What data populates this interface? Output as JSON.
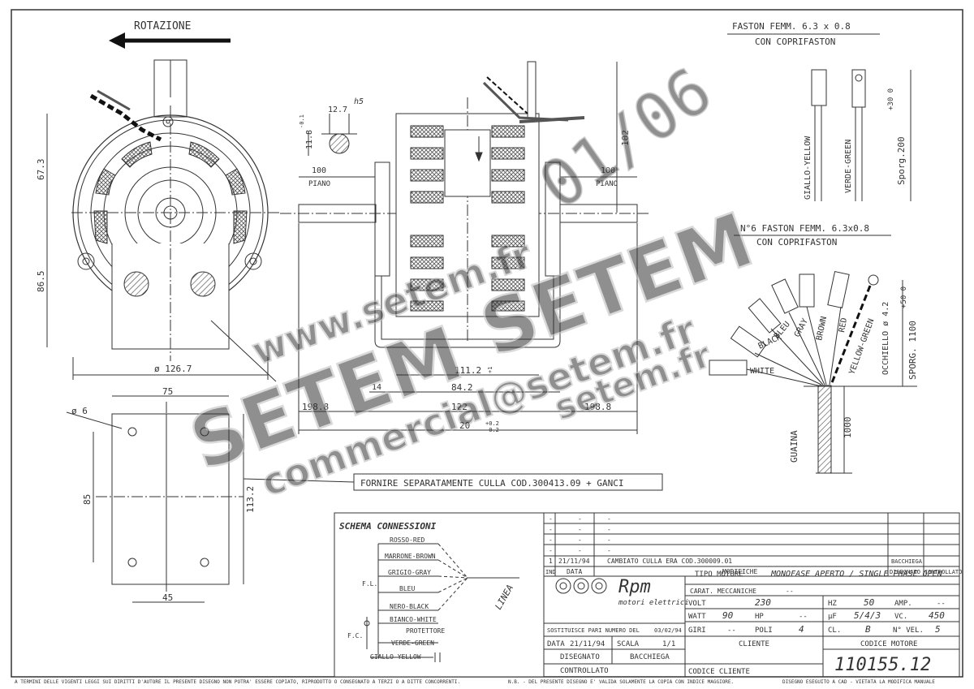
{
  "drawing": {
    "rotation_label": "ROTAZIONE",
    "dims": {
      "d67_3": "67.3",
      "d86_5": "86.5",
      "d126_7": "ø 126.7",
      "d75": "75",
      "d6": "ø 6",
      "d85": "85",
      "d113_2": "113.2",
      "d45": "45",
      "d12_7": "12.7",
      "h5": "h5",
      "d11_8": "11.8",
      "tol_small": "-0.1",
      "d100_left": "100",
      "d100_right": "100",
      "piano_left": "PIANO",
      "piano_right": "PIANO",
      "d102": "102",
      "d111_2": "111.2",
      "d84_2": "84.2",
      "d122": "122",
      "d20": "20",
      "d198_8_left": "198.8",
      "d198_8_right": "198.8",
      "d14": "14",
      "tol_1": "+1",
      "tol_0_2": "+0.2",
      "tol_m0_2": "-0.2"
    },
    "faston_single": {
      "title": "FASTON FEMM. 6.3 x 0.8",
      "subtitle": "CON COPRIFASTON",
      "wire1": "GIALLO-YELLOW",
      "wire2": "VERDE-GREEN",
      "sporg": "Sporg.200",
      "tol": "+30 0"
    },
    "faston_multi": {
      "title": "N°6 FASTON FEMM. 6.3x0.8",
      "subtitle": "CON COPRIFASTON",
      "wires": [
        "WHITE",
        "BLACK",
        "BLEU",
        "GRAY",
        "BROWN",
        "RED",
        "YELLOW-GREEN"
      ],
      "occhiello": "OCCHIELLO ø 4.2",
      "sporg": "SPORG. 1100",
      "tol": "+50 0",
      "guaina": "GUAINA",
      "d1000": "1000"
    },
    "note_culla": "FORNIRE SEPARATAMENTE CULLA COD.300413.09 + GANCI"
  },
  "schema": {
    "title": "SCHEMA CONNESSIONI",
    "wires": [
      "ROSSO-RED",
      "MARRONE-BROWN",
      "GRIGIO-GRAY",
      "BLEU",
      "NERO-BLACK",
      "BIANCO-WHITE",
      "PROTETTORE",
      "VERDE-GREEN",
      "GIALLO-YELLOW"
    ],
    "fl": "F.L.",
    "fc": "F.C.",
    "linea": "LINEA"
  },
  "revisions": {
    "rows": [
      {
        "n": "-",
        "date": "-",
        "text": "-",
        "by": ""
      },
      {
        "n": "-",
        "date": "-",
        "text": "-",
        "by": ""
      },
      {
        "n": "-",
        "date": "-",
        "text": "-",
        "by": ""
      },
      {
        "n": "-",
        "date": "-",
        "text": "-",
        "by": ""
      },
      {
        "n": "1",
        "date": "21/11/94",
        "text": "CAMBIATO CULLA ERA COD.300009.01",
        "by": "BACCHIEGA"
      }
    ],
    "head_ind": "IND",
    "head_data": "DATA",
    "head_modifiche": "MODIFICHE",
    "head_disegnato": "DISEGNATO",
    "head_controllato": "CONTROLLATO"
  },
  "titleblock": {
    "brand": "Rpm",
    "brand_sub": "motori elettrici",
    "tipo_motore_label": "TIPO MOTORE",
    "tipo_motore": "MONOFASE APERTO / SINGLE PHASE OPEN",
    "carat_label": "CARAT. MECCANICHE",
    "carat_value": "--",
    "volt_label": "VOLT",
    "volt": "230",
    "hz_label": "HZ",
    "hz": "50",
    "amp_label": "AMP.",
    "amp": "--",
    "watt_label": "WATT",
    "watt": "90",
    "hp_label": "HP",
    "hp": "--",
    "uf_label": "µF",
    "uf": "5/4/3",
    "vc_label": "VC.",
    "vc": "450",
    "giri_label": "GIRI",
    "giri": "--",
    "poli_label": "POLI",
    "poli": "4",
    "cl_label": "CL.",
    "cl": "B",
    "nvel_label": "N° VEL.",
    "nvel": "5",
    "sostituisce": "SOSTITUISCE PARI NUMERO DEL",
    "sostituisce_date": "03/02/94",
    "data_label": "DATA",
    "data": "21/11/94",
    "scala_label": "SCALA",
    "scala": "1/1",
    "disegnato_label": "DISEGNATO",
    "disegnato": "BACCHIEGA",
    "controllato_label": "CONTROLLATO",
    "cliente_label": "CLIENTE",
    "codice_cliente_label": "CODICE CLIENTE",
    "codice_motore_label": "CODICE MOTORE",
    "codice_motore": "110155.12"
  },
  "footer": {
    "left": "A TERMINI DELLE VIGENTI LEGGI SUI DIRITTI D'AUTORE IL PRESENTE DISEGNO NON POTRA' ESSERE COPIATO, RIPRODOTTO O CONSEGNATO A TERZI O A DITTE CONCORRENTI.",
    "mid": "N.B. - DEL PRESENTE DISEGNO E' VALIDA SOLAMENTE LA COPIA CON INDICE MAGGIORE.",
    "right": "DISEGNO ESEGUITO A CAD - VIETATA LA MODIFICA MANUALE"
  },
  "watermark": {
    "www": "www.setem.fr",
    "setem1": "SETEM",
    "setem2": "SETEM",
    "setem_fr": "setem.fr",
    "email": "commercial@setem.fr",
    "handwritten": "01/06"
  },
  "colors": {
    "line": "#333333",
    "watermark": "#cfcfcf",
    "background": "#ffffff"
  }
}
